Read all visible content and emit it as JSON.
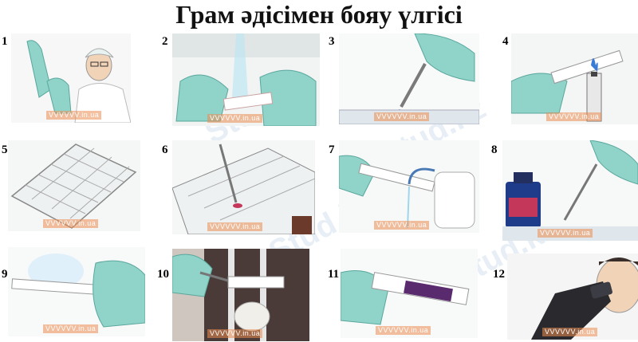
{
  "title": "Грам әдісімен бояу үлгісі",
  "watermark_text": "Stud.kz",
  "panel_credit": "VVVVVV.in.ua",
  "colors": {
    "glove": "#8fd3c9",
    "stain_purple": "#5a2a6e",
    "bottle_blue": "#1f3c8a",
    "flame_blue": "#3a7bd5"
  },
  "steps": [
    {
      "number": "1",
      "icon": "gloves-icon"
    },
    {
      "number": "2",
      "icon": "water-tap-icon"
    },
    {
      "number": "3",
      "icon": "pipette-icon"
    },
    {
      "number": "4",
      "icon": "flame-sterilize-icon"
    },
    {
      "number": "5",
      "icon": "slide-rack-icon"
    },
    {
      "number": "6",
      "icon": "sample-drop-icon"
    },
    {
      "number": "7",
      "icon": "rinse-bottle-icon"
    },
    {
      "number": "8",
      "icon": "stain-bottle-icon"
    },
    {
      "number": "9",
      "icon": "dry-slide-icon"
    },
    {
      "number": "10",
      "icon": "slide-holder-icon"
    },
    {
      "number": "11",
      "icon": "stained-slide-icon"
    },
    {
      "number": "12",
      "icon": "microscope-icon"
    }
  ]
}
